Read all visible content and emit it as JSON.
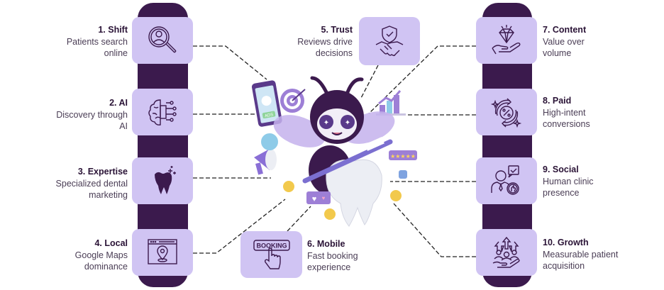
{
  "colors": {
    "pillar": "#3b1a4d",
    "box": "#d0c4f3",
    "icon_stroke": "#3b1a4d",
    "title_text": "#2a1336",
    "body_text": "#4a3d55",
    "connector": "#222222"
  },
  "items": [
    {
      "number": 1,
      "title": "1. Shift",
      "line1": "Patients search",
      "line2": "online",
      "icon": "magnifier-doctor-icon"
    },
    {
      "number": 2,
      "title": "2. AI",
      "line1": "Discovery through",
      "line2": "AI",
      "icon": "brain-circuit-icon"
    },
    {
      "number": 3,
      "title": "3. Expertise",
      "line1": "Specialized dental",
      "line2": "marketing",
      "icon": "tooth-sparkle-icon"
    },
    {
      "number": 4,
      "title": "4. Local",
      "line1": "Google Maps",
      "line2": "dominance",
      "icon": "browser-map-pin-icon"
    },
    {
      "number": 5,
      "title": "5. Trust",
      "line1": "Reviews drive",
      "line2": "decisions",
      "icon": "shield-handshake-icon"
    },
    {
      "number": 6,
      "title": "6. Mobile",
      "line1": "Fast booking",
      "line2": "experience",
      "icon": "booking-tap-icon",
      "icon_text": "BOOKING"
    },
    {
      "number": 7,
      "title": "7. Content",
      "line1": "Value over",
      "line2": "volume",
      "icon": "diamond-hand-icon"
    },
    {
      "number": 8,
      "title": "8. Paid",
      "line1": "High-intent",
      "line2": "conversions",
      "icon": "percent-cycle-icon"
    },
    {
      "number": 9,
      "title": "9. Social",
      "line1": "Human clinic",
      "line2": "presence",
      "icon": "person-chat-icon"
    },
    {
      "number": 10,
      "title": "10. Growth",
      "line1": "Measurable patient",
      "line2": "acquisition",
      "icon": "growth-people-icon"
    }
  ],
  "center": {
    "mascot": "bee-mascot-with-toothbrush-and-tooth",
    "phone_badge": "ADS",
    "decorations": [
      "smartphone-ad",
      "target",
      "bar-chart-arrow",
      "tooth-chat-bubble",
      "megaphone",
      "coins",
      "heart-chat-bubble",
      "five-star-review",
      "thumbs-up"
    ]
  }
}
